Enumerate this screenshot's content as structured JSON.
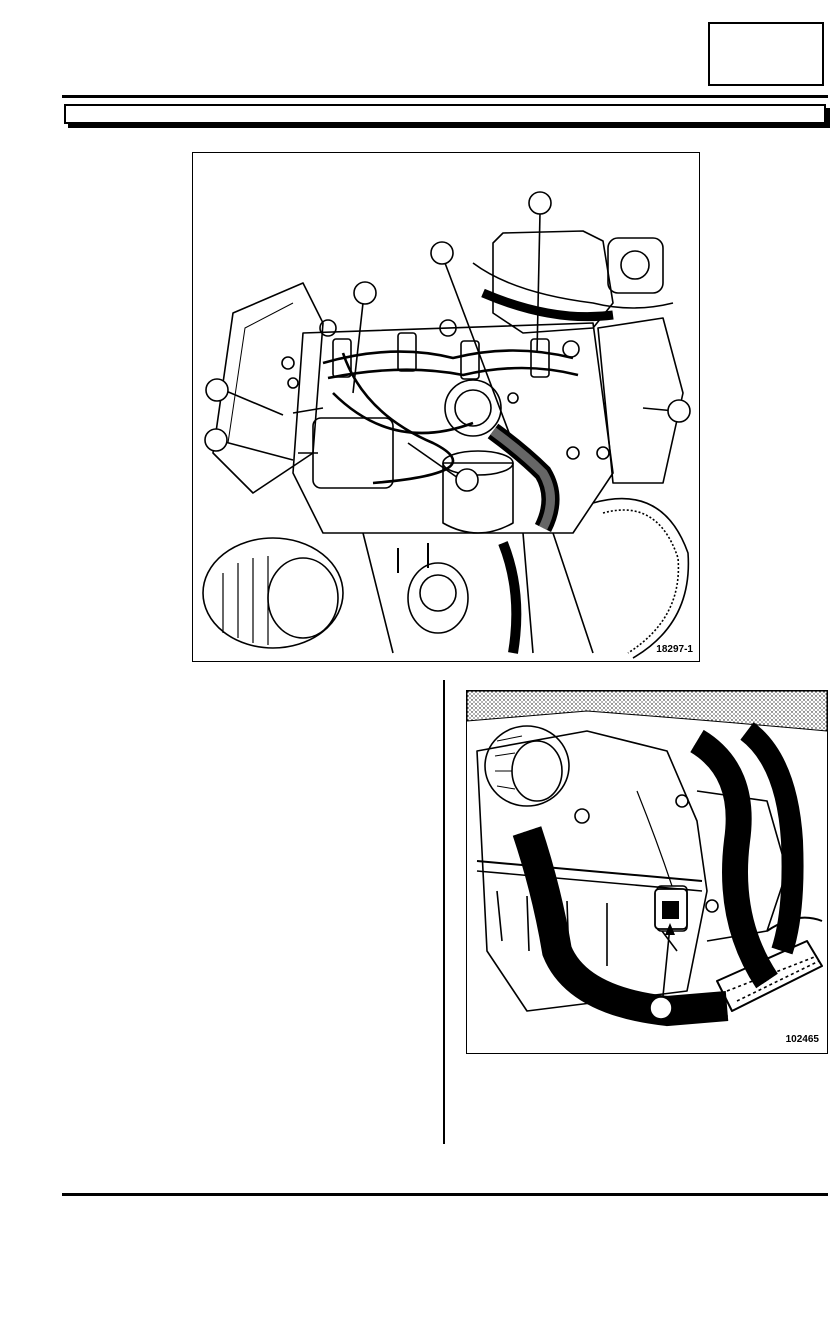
{
  "figures": [
    {
      "id": "fig1",
      "reference": "18297-1",
      "callouts": 7
    },
    {
      "id": "fig2",
      "reference": "102465",
      "callouts": 1
    }
  ],
  "colors": {
    "ink": "#000000",
    "paper": "#ffffff"
  },
  "icons": [
    "engine-illustration",
    "sensor-illustration"
  ]
}
